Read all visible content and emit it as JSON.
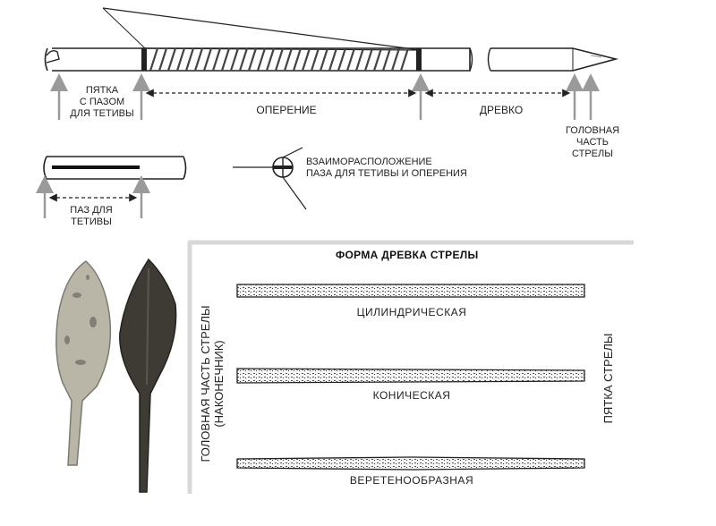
{
  "diagram": {
    "labels": {
      "nock_heel": "ПЯТКА\nС ПАЗОМ\nДЛЯ ТЕТИВЫ",
      "fletching": "ОПЕРЕНИЕ",
      "shaft": "ДРЕВКО",
      "head": "ГОЛОВНАЯ\nЧАСТЬ\nСТРЕЛЫ",
      "relative_position": "ВЗАИМОРАСПОЛОЖЕНИЕ\nПАЗА ДЛЯ ТЕТИВЫ И ОПЕРЕНИЯ",
      "nock_groove": "ПАЗ ДЛЯ\nТЕТИВЫ"
    },
    "shaft_form": {
      "title": "ФОРМА ДРЕВКА СТРЕЛЫ",
      "left_side": "ГОЛОВНАЯ ЧАСТЬ СТРЕЛЫ\n(НАКОНЕЧНИК)",
      "right_side": "ПЯТКА СТРЕЛЫ",
      "shapes": [
        "ЦИЛИНДРИЧЕСКАЯ",
        "КОНИЧЕСКАЯ",
        "ВЕРЕТЕНООБРАЗНАЯ"
      ]
    },
    "colors": {
      "ink": "#222222",
      "arrow_gray": "#9a9a9a",
      "rust": "#3d3b34",
      "stone": "#b9b6a8"
    }
  }
}
